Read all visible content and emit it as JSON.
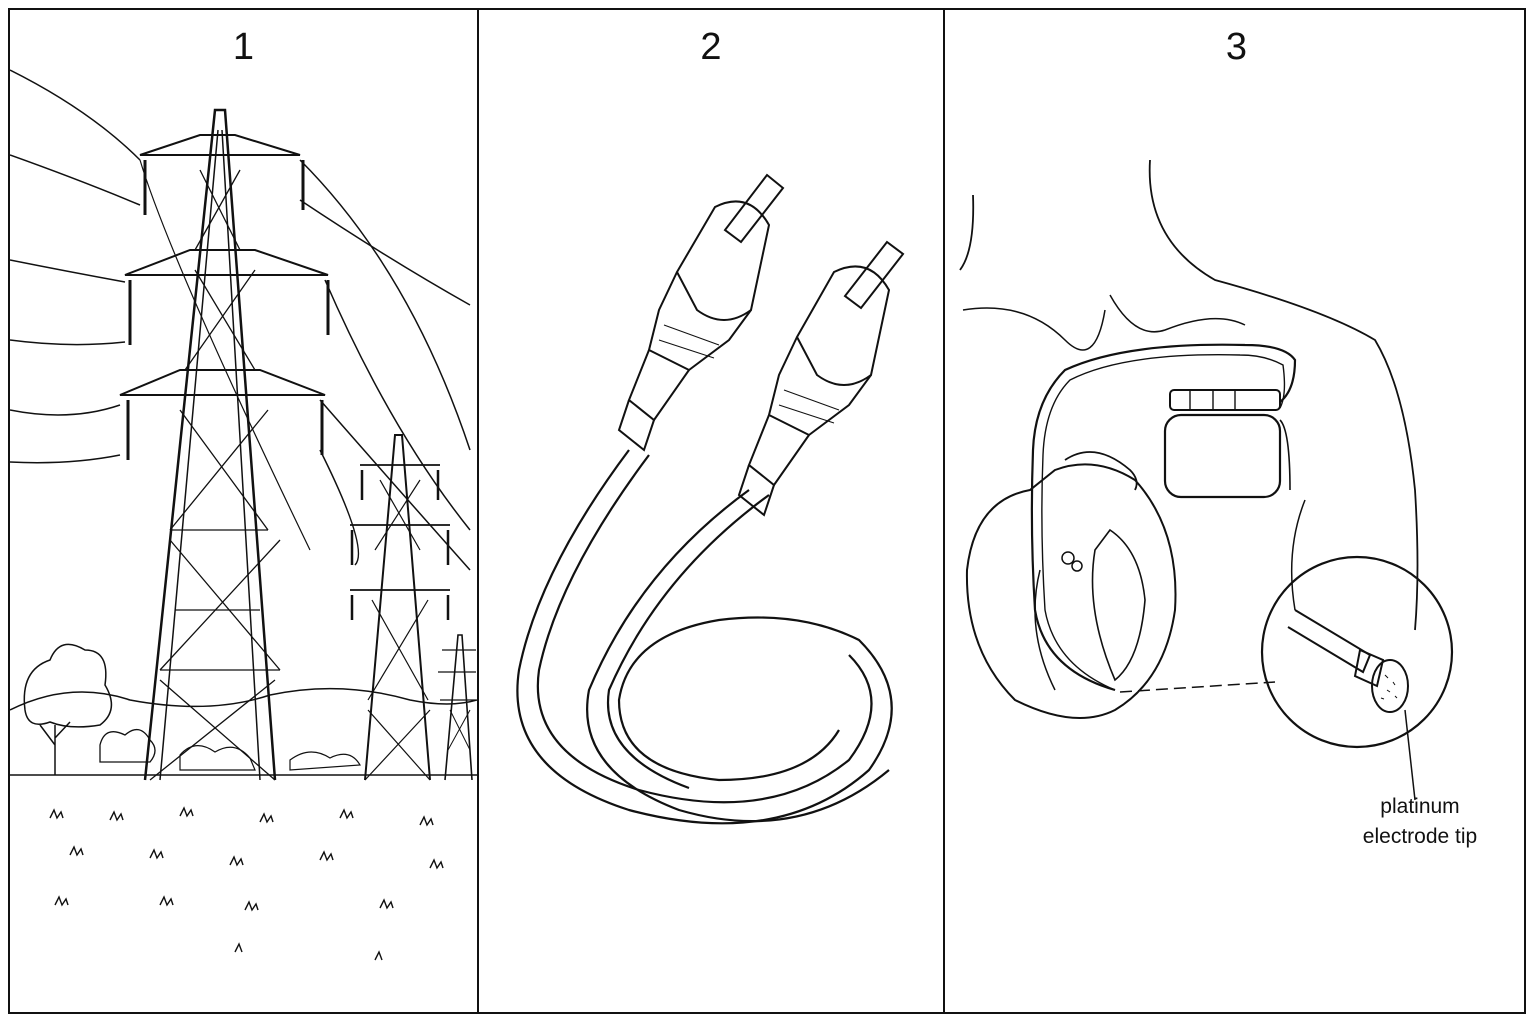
{
  "panels": [
    {
      "number": "1",
      "subject": "high-voltage transmission towers"
    },
    {
      "number": "2",
      "subject": "RCA audio cable"
    },
    {
      "number": "3",
      "subject": "implanted pacemaker"
    }
  ],
  "callout": {
    "line1": "platinum",
    "line2": "electrode tip"
  },
  "colors": {
    "ink": "#111111",
    "background": "#ffffff"
  }
}
